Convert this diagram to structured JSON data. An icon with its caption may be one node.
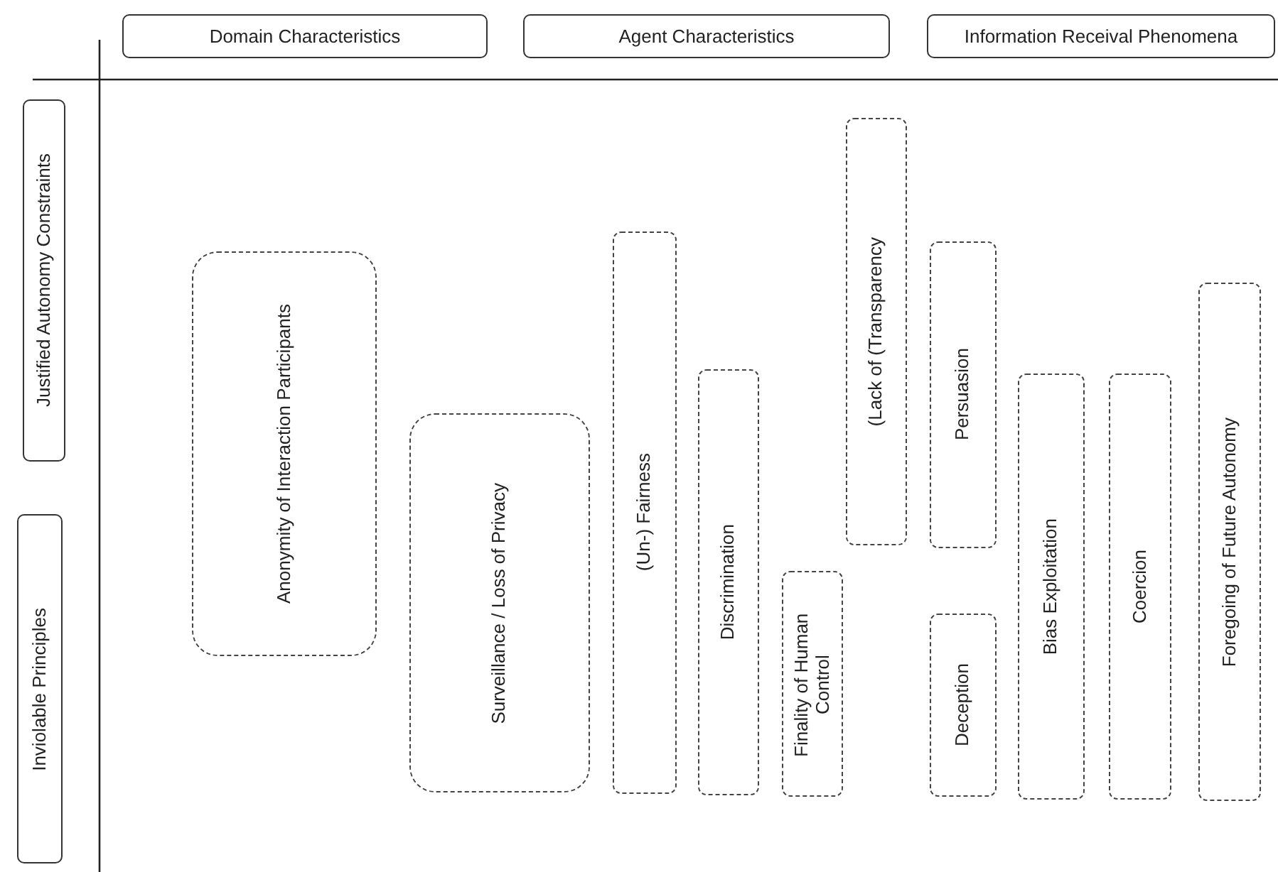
{
  "diagram": {
    "nodes": [
      {
        "text": [
          "Domain Characteristics"
        ]
      },
      {
        "text": [
          "Agent Characteristics"
        ]
      },
      {
        "text": [
          "Information Receival Phenomena"
        ]
      },
      {
        "text": [
          "Justified Autonomy Constraints"
        ]
      },
      {
        "text": [
          "Inviolable Principles"
        ]
      },
      {
        "text": [
          "Anonymity of Interaction Participants"
        ]
      },
      {
        "text": [
          "Surveillance / Loss of Privacy"
        ]
      },
      {
        "text": [
          "(Un-) Fairness"
        ]
      },
      {
        "text": [
          "Discrimination"
        ]
      },
      {
        "text": [
          "Finality of Human Control"
        ]
      },
      {
        "text": [
          "(Lack of (Transparency"
        ]
      },
      {
        "text": [
          "Persuasion"
        ]
      },
      {
        "text": [
          "Deception"
        ]
      },
      {
        "text": [
          "Bias Exploitation"
        ]
      },
      {
        "text": [
          "Coercion"
        ]
      },
      {
        "text": [
          "Foregoing of Future Autonomy"
        ]
      }
    ]
  }
}
